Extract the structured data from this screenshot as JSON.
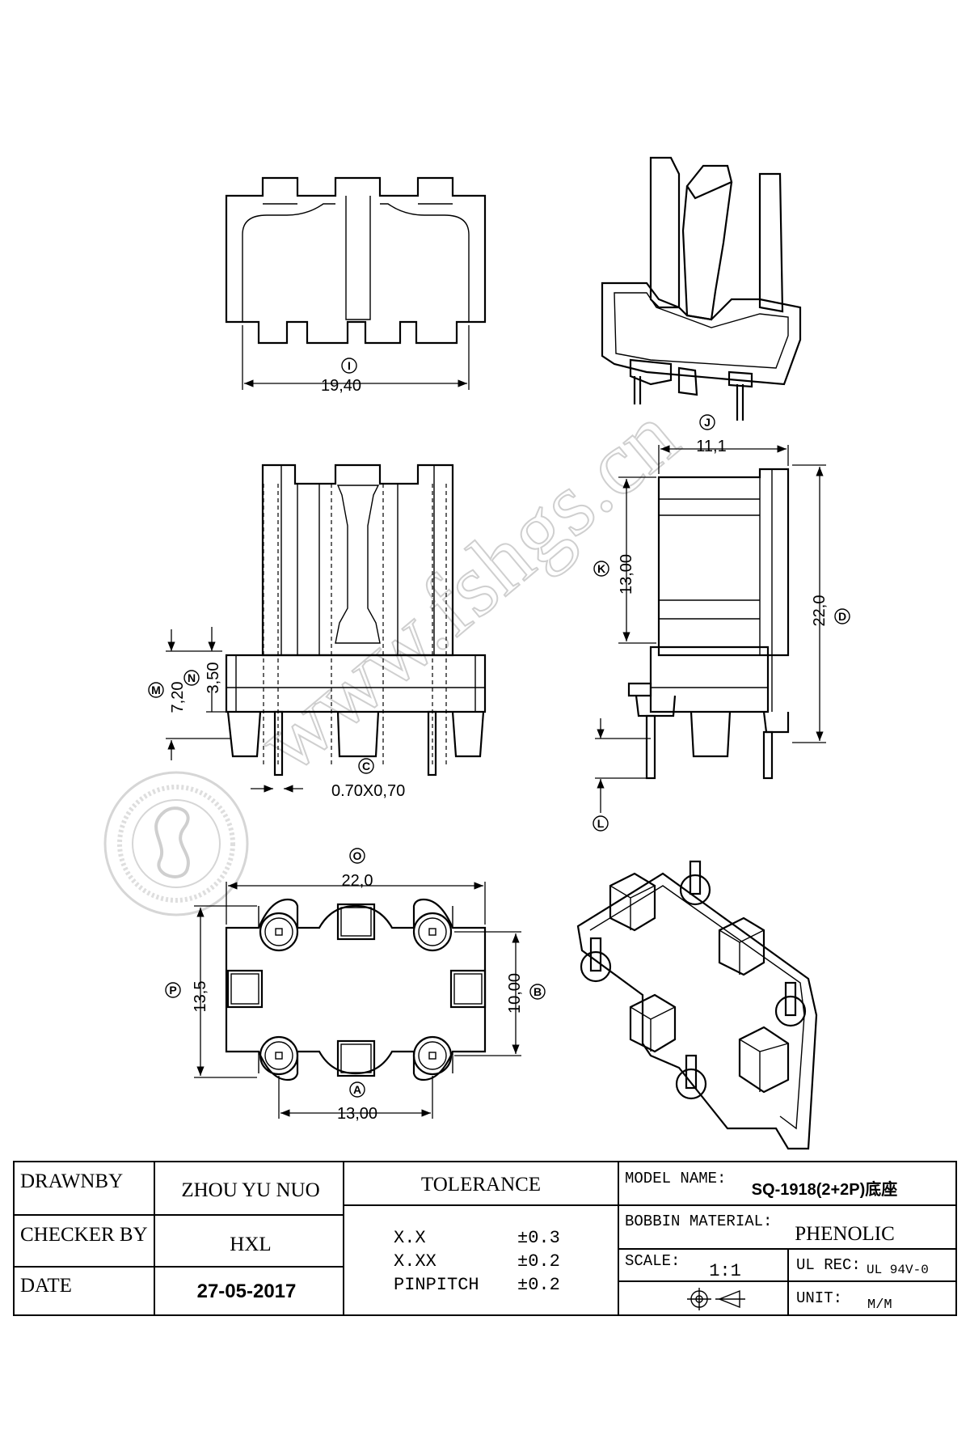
{
  "watermark": "www.fshgs.cn",
  "dimensions": {
    "I": {
      "letter": "I",
      "value": "19,40"
    },
    "J": {
      "letter": "J",
      "value": "11,1"
    },
    "K": {
      "letter": "K",
      "value": "13,00"
    },
    "D": {
      "letter": "D",
      "value": "22,0"
    },
    "M": {
      "letter": "M",
      "value": "7,20"
    },
    "N": {
      "letter": "N",
      "value": "3,50"
    },
    "C": {
      "letter": "C",
      "value": "0.70X0,70"
    },
    "L": {
      "letter": "L",
      "value": ""
    },
    "O": {
      "letter": "O",
      "value": "22,0"
    },
    "P": {
      "letter": "P",
      "value": "13,5"
    },
    "B": {
      "letter": "B",
      "value": "10,00"
    },
    "A": {
      "letter": "A",
      "value": "13,00"
    }
  },
  "title_block": {
    "drawn_by_label": "DRAWNBY",
    "drawn_by_value": "ZHOU YU NUO",
    "checker_label": "CHECKER BY",
    "checker_value": "HXL",
    "date_label": "DATE",
    "date_value": "27-05-2017",
    "tolerance_title": "TOLERANCE",
    "tolerances": [
      {
        "name": "X.X",
        "value": "±0.3"
      },
      {
        "name": "X.XX",
        "value": "±0.2"
      },
      {
        "name": "PINPITCH",
        "value": "±0.2"
      }
    ],
    "model_label": "MODEL NAME:",
    "model_value": "SQ-1918(2+2P)底座",
    "material_label": "BOBBIN MATERIAL:",
    "material_value": "PHENOLIC",
    "scale_label": "SCALE:",
    "scale_value": "1:1",
    "ul_label": "UL REC:",
    "ul_value": "UL 94V-0",
    "unit_label": "UNIT:",
    "unit_value": "M/M"
  }
}
